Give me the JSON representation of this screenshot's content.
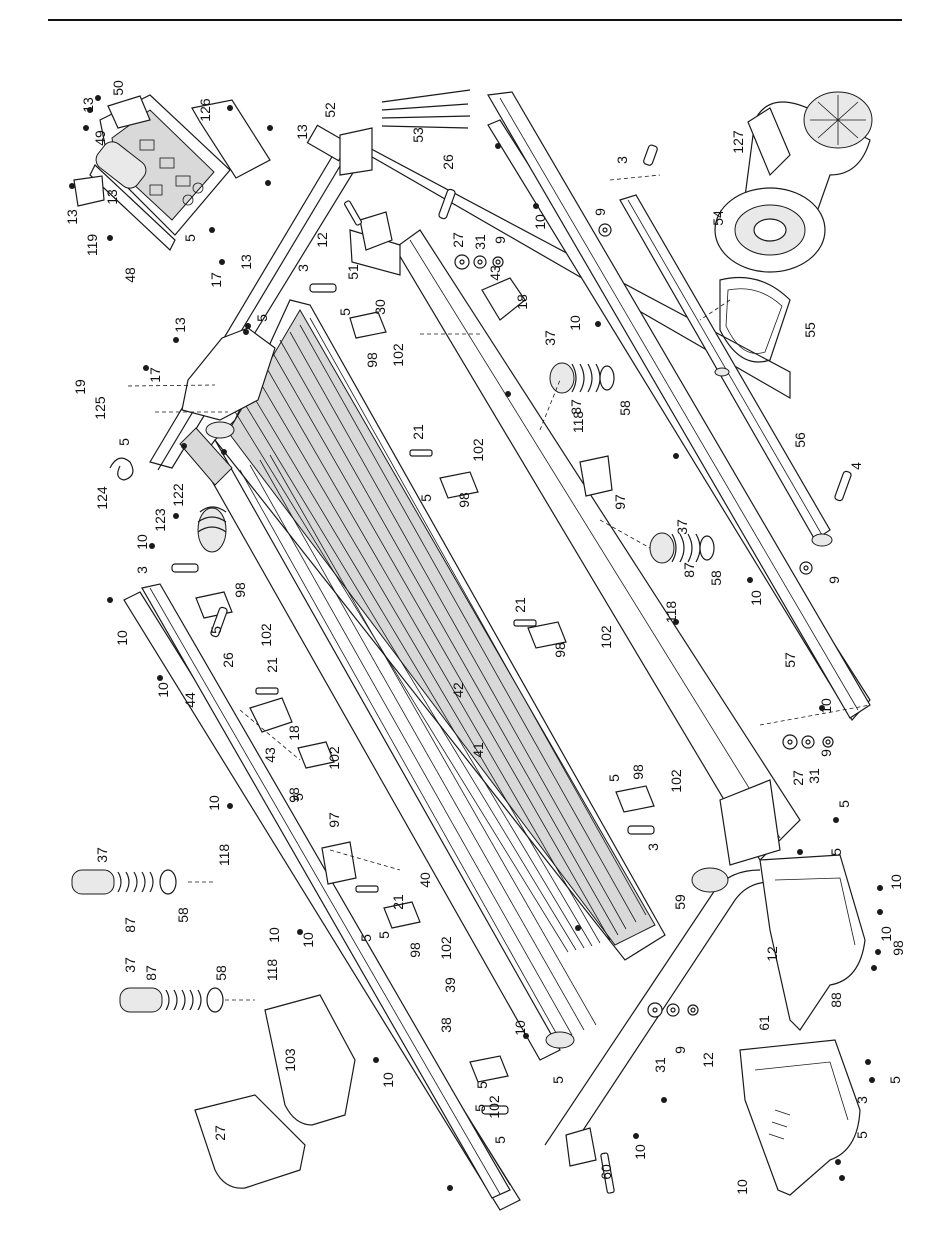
{
  "diagram": {
    "labels": [
      "13",
      "50",
      "49",
      "126",
      "52",
      "13",
      "53",
      "26",
      "3",
      "127",
      "13",
      "119",
      "13",
      "48",
      "5",
      "17",
      "13",
      "12",
      "27",
      "31",
      "9",
      "10",
      "9",
      "54",
      "51",
      "3",
      "43",
      "30",
      "5",
      "5",
      "13",
      "18",
      "10",
      "55",
      "98",
      "102",
      "37",
      "17",
      "19",
      "125",
      "118",
      "87",
      "58",
      "5",
      "21",
      "102",
      "56",
      "124",
      "122",
      "5",
      "98",
      "97",
      "4",
      "123",
      "10",
      "37",
      "3",
      "87",
      "58",
      "9",
      "10",
      "98",
      "21",
      "118",
      "5",
      "26",
      "102",
      "102",
      "98",
      "10",
      "57",
      "21",
      "10",
      "42",
      "10",
      "43",
      "18",
      "102",
      "98",
      "44",
      "5",
      "41",
      "10",
      "5",
      "102",
      "98",
      "97",
      "9",
      "31",
      "27",
      "5",
      "10",
      "5",
      "37",
      "3",
      "87",
      "58",
      "40",
      "118",
      "21",
      "59",
      "5",
      "5",
      "10",
      "10",
      "102",
      "98",
      "12",
      "10",
      "37",
      "87",
      "58",
      "118",
      "39",
      "38",
      "5",
      "61",
      "103",
      "10",
      "5",
      "10",
      "102",
      "98",
      "5",
      "5",
      "10",
      "3",
      "5",
      "88",
      "27",
      "31",
      "9",
      "12",
      "60",
      "10",
      "5"
    ]
  }
}
